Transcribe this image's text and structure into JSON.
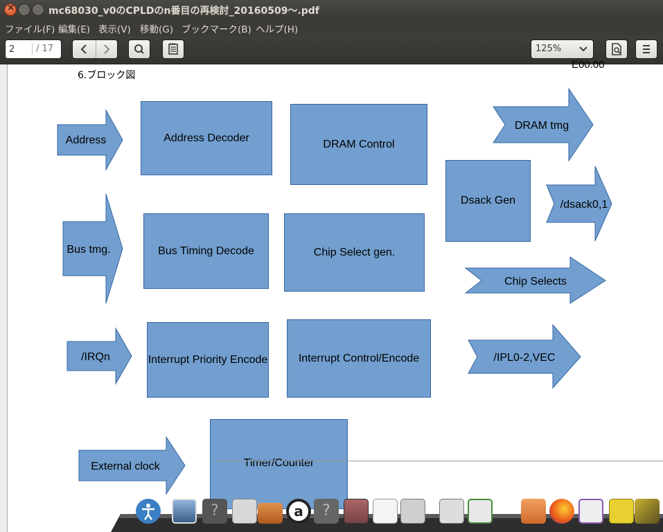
{
  "window": {
    "title": "mc68030_v0のCPLDのn番目の再検討_20160509〜.pdf"
  },
  "menu": [
    "ファイル(F)",
    "編集(E)",
    "表示(V)",
    "移動(G)",
    "ブックマーク(B)",
    "ヘルプ(H)"
  ],
  "toolbar": {
    "page_current": "2",
    "page_total": "/ 17",
    "zoom": "125%"
  },
  "document": {
    "heading": "6.ブロック図",
    "ref": "E00.00",
    "inputs": {
      "address": "Address",
      "bus_tmg": "Bus tmg.",
      "irqn": "/IRQn",
      "external_clock": "External clock"
    },
    "blocks": {
      "address_decoder": "Address Decoder",
      "dram_control": "DRAM Control",
      "dsack_gen": "Dsack Gen",
      "bus_timing_decode": "Bus Timing Decode",
      "chip_select_gen": "Chip Select gen.",
      "interrupt_priority_encode": "Interrupt Priority Encode",
      "interrupt_control_encode": "Interrupt Control/Encode",
      "timer_counter": "Timer/Counter"
    },
    "outputs": {
      "dram_tmg": "DRAM tmg",
      "dsack": "/dsack0,1",
      "chip_selects": "Chip Selects",
      "ipl_vec": "/IPL0-2,VEC"
    }
  },
  "colors": {
    "block_fill": "#729fcf",
    "block_border": "#3465a4"
  },
  "dock": {
    "icons": [
      "accessibility-icon",
      "image-viewer-icon",
      "help-icon",
      "text-editor-icon",
      "briefcase-icon",
      "amazon-icon",
      "help-icon",
      "file-manager-icon",
      "document-icon",
      "camera-icon",
      "calculator-icon",
      "presentation-icon",
      "backup-folder-icon",
      "firefox-icon",
      "window-icon",
      "puzzle-icon",
      "photo-icon"
    ]
  }
}
